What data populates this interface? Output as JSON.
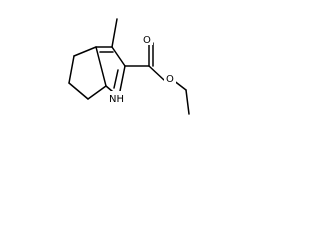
{
  "molecule": {
    "atoms": {
      "oxygen_carbonyl": "O",
      "oxygen_ester": "O",
      "ring_nitrogen": "NH"
    },
    "colors": {
      "background": "#ffffff",
      "stroke": "#000000"
    }
  }
}
